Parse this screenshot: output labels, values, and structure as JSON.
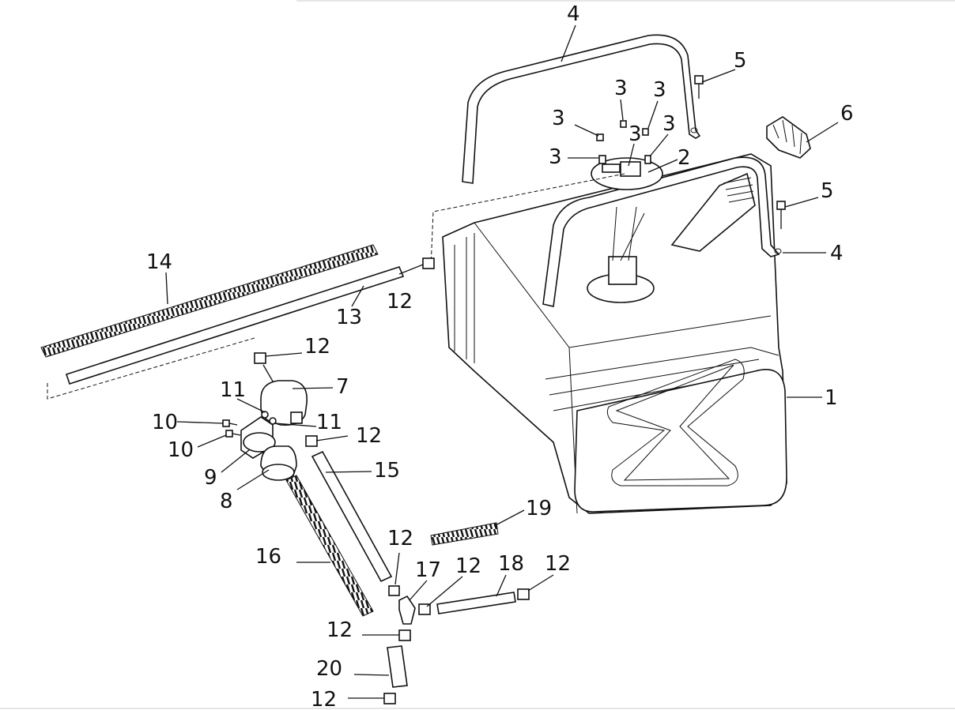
{
  "callouts": {
    "c1": "1",
    "c2": "2",
    "c3a": "3",
    "c3b": "3",
    "c3c": "3",
    "c3d": "3",
    "c3e": "3",
    "c3f": "3",
    "c4a": "4",
    "c4b": "4",
    "c5a": "5",
    "c5b": "5",
    "c6": "6",
    "c7": "7",
    "c8": "8",
    "c9": "9",
    "c10a": "10",
    "c10b": "10",
    "c11a": "11",
    "c11b": "11",
    "c12a": "12",
    "c12b": "12",
    "c12c": "12",
    "c12d": "12",
    "c12e": "12",
    "c12f": "12",
    "c12g": "12",
    "c12h": "12",
    "c13": "13",
    "c14": "14",
    "c15": "15",
    "c16": "16",
    "c17": "17",
    "c18": "18",
    "c19": "19",
    "c20": "20"
  }
}
